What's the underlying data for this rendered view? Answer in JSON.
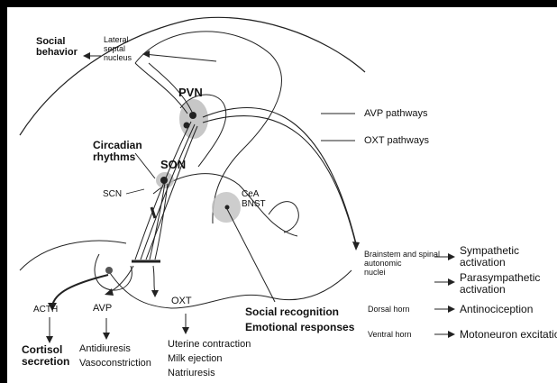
{
  "labels": {
    "social_behavior": [
      "Social",
      "behavior"
    ],
    "lateral_septal": [
      "Lateral",
      "septal",
      "nucleus"
    ],
    "pvn": "PVN",
    "son": "SON",
    "circadian": [
      "Circadian",
      "rhythms"
    ],
    "scn": "SCN",
    "cea_bnst": [
      "CeA",
      "BNST"
    ],
    "acth": "ACTH",
    "cortisol": [
      "Cortisol",
      "secretion"
    ],
    "avp_out": "AVP",
    "avp_effects": [
      "Antidiuresis",
      "Vasoconstriction"
    ],
    "oxt_out": "OXT",
    "oxt_effects": [
      "Uterine contraction",
      "Milk ejection",
      "Natriuresis"
    ],
    "social_recognition": "Social recognition",
    "emotional_responses": "Emotional responses",
    "brainstem": [
      "Brainstem and spinal",
      "autonomic",
      "nuclei"
    ],
    "sympathetic": [
      "Sympathetic",
      "activation"
    ],
    "parasympathetic": [
      "Parasympathetic",
      "activation"
    ],
    "dorsal_horn": "Dorsal horn",
    "antinociception": "Antinociception",
    "ventral_horn": "Ventral horn",
    "motoneuron": "Motoneuron excitation"
  },
  "legend": {
    "avp_pathways": "AVP pathways",
    "oxt_pathways": "OXT pathways"
  },
  "colors": {
    "line": "#1a1a1a",
    "nucleus_fill": "#bdbdbd",
    "dark_cell": "#222222"
  }
}
